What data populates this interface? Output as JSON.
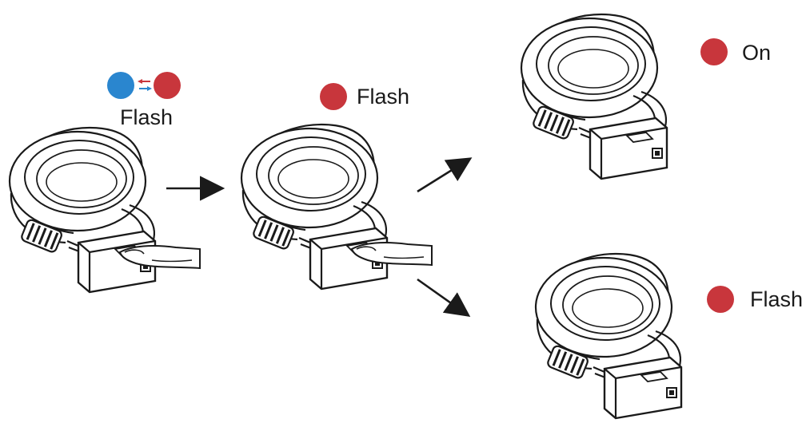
{
  "colors": {
    "red": "#c8363c",
    "blue": "#2a86cf",
    "line": "#1a1a1a",
    "fill": "#ffffff"
  },
  "steps": {
    "step1": {
      "label": "Flash",
      "indicator": "blue-red-alternate"
    },
    "step2": {
      "label": "Flash",
      "indicator": "red"
    },
    "result_success": {
      "label": "On",
      "indicator": "red"
    },
    "result_fail": {
      "label": "Flash",
      "indicator": "red"
    }
  },
  "icons": {
    "device": "cable-lock-with-fingerprint-sensor",
    "finger": "finger-touch",
    "arrow": "arrow-right",
    "swap": "swap-arrows"
  }
}
